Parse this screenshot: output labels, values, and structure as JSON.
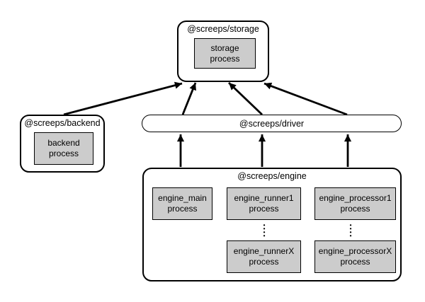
{
  "diagram": {
    "background_color": "#ffffff",
    "node_fill": "#ffffff",
    "process_fill": "#cccccc",
    "border_color": "#000000",
    "arrow_color": "#000000",
    "storage": {
      "title": "@screeps/storage",
      "process": "storage\nprocess"
    },
    "backend": {
      "title": "@screeps/backend",
      "process": "backend\nprocess"
    },
    "driver": {
      "title": "@screeps/driver"
    },
    "engine": {
      "title": "@screeps/engine",
      "main_process": "engine_main\nprocess",
      "runner1_process": "engine_runner1\nprocess",
      "runnerX_process": "engine_runnerX\nprocess",
      "processor1_process": "engine_processor1\nprocess",
      "processorX_process": "engine_processorX\nprocess",
      "runner_ellipsis": "•\n•\n•\n•",
      "processor_ellipsis": "•\n•\n•\n•"
    },
    "edges": [
      {
        "from": "backend",
        "to": "storage"
      },
      {
        "from": "driver-left",
        "to": "storage"
      },
      {
        "from": "driver-middle",
        "to": "storage"
      },
      {
        "from": "driver-right",
        "to": "storage"
      },
      {
        "from": "engine-main-column",
        "to": "driver"
      },
      {
        "from": "engine-runner-column",
        "to": "driver"
      },
      {
        "from": "engine-processor-column",
        "to": "driver"
      }
    ]
  }
}
